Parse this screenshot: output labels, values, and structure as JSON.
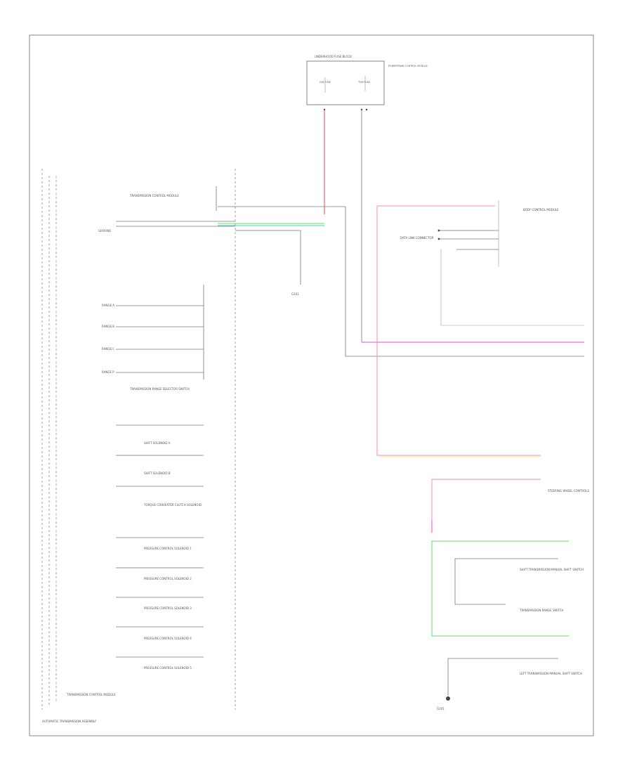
{
  "diagram": {
    "footer_code": "",
    "assembly_title": "AUTOMATIC TRANSMISSION ASSEMBLY",
    "fuse_block": {
      "title": "UNDERHOOD FUSE BLOCK",
      "note": "POWERTRAIN CONTROL MODULE",
      "fuse_1": "IGN FUSE",
      "fuse_2": "TCM FUSE"
    },
    "labels": {
      "tcm_top": "TRANSMISSION CONTROL MODULE",
      "tcm_bottom": "TRANSMISSION CONTROL MODULE",
      "ground": "GROUND",
      "g_left": "G101",
      "g_bottom": "G201",
      "selector": "TRANSMISSION RANGE SELECTOR SWITCH",
      "shift_switch": "SHIFT TRANSMISSION MANUAL SHIFT SWITCH",
      "left_switch": "LEFT TRANSMISSION MANUAL SHIFT SWITCH",
      "body_control": "BODY CONTROL MODULE",
      "steering": "STEERING WHEEL CONTROLS",
      "data_link": "DATA LINK CONNECTOR",
      "lock_down": "TRANSMISSION RANGE SWITCH"
    },
    "range_inputs": [
      "RANGE A",
      "RANGE B",
      "RANGE C",
      "RANGE P"
    ],
    "solenoids": [
      "SHIFT SOLENOID A",
      "SHIFT SOLENOID B",
      "TORQUE CONVERTER CLUTCH SOLENOID",
      "PRESSURE CONTROL SOLENOID 1",
      "PRESSURE CONTROL SOLENOID 2",
      "PRESSURE CONTROL SOLENOID 3",
      "PRESSURE CONTROL SOLENOID 4",
      "PRESSURE CONTROL SOLENOID 5"
    ],
    "colors": {
      "red": "#ee4455",
      "magenta": "#ee44dd",
      "green": "#66dd66",
      "yellow": "#ffee88",
      "pink": "#ff88aa",
      "cyan": "#44cccc",
      "ink": "#555555"
    }
  }
}
